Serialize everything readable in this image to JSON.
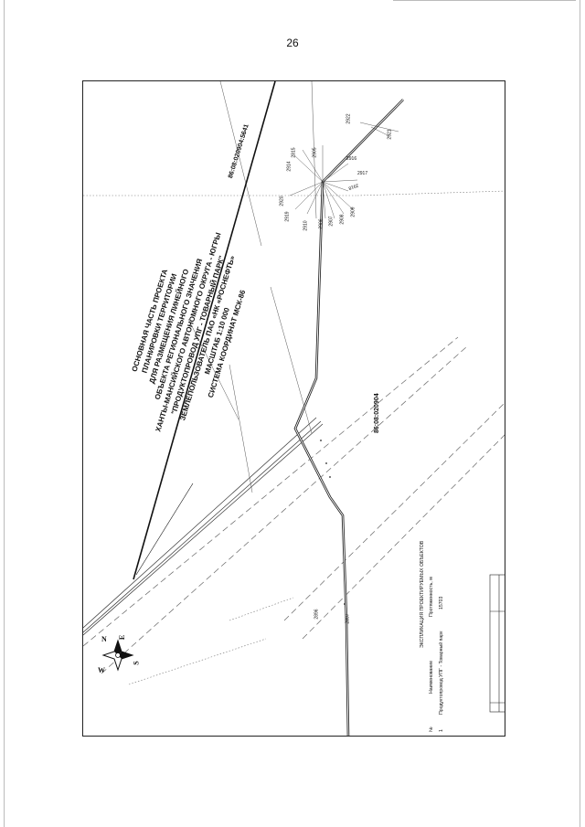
{
  "page_number": "26",
  "title_block": {
    "lines": [
      "ОСНОВНАЯ ЧАСТЬ ПРОЕКТА",
      "ПЛАНИРОВКИ ТЕРРИТОРИИ",
      "ДЛЯ РАЗМЕЩЕНИЯ ЛИНЕЙНОГО",
      "ОБЪЕКТА РЕГИОНАЛЬНОГО ЗНАЧЕНИЯ",
      "ХАНТЫ-МАНСИЙСКОГО АВТОНОМНОГО ОКРУГА - ЮГРЫ",
      "\"ПРОДУКТОПРОВОД УПГ - ТОВАРНЫЙ ПАРК\"",
      "ЗЕМЛЕПОЛЬЗОВАТЕЛЬ ПАО «НК «РОСНЕФТЬ»",
      "МАСШТАБ 1:10 000",
      "СИСТЕМА КООРДИНАТ МСК-86"
    ]
  },
  "parcels": {
    "upper": "86:08:020904:5641",
    "lower": "86:08:020904"
  },
  "points": [
    "2896",
    "2897",
    "2905",
    "2906",
    "2907",
    "2908",
    "2909",
    "2910",
    "2914",
    "2915",
    "2916",
    "2917",
    "2918",
    "2919",
    "2920",
    "2921",
    "2922"
  ],
  "explication": {
    "title": "ЭКСПЛИКАЦИЯ ПРОЕКТИРУЕМЫХ ОБЪЕКТОВ",
    "headers": [
      "№",
      "Наименование",
      "Протяженность, м"
    ],
    "rows": [
      {
        "num": "1",
        "name": "Продуктопровод УПГ - Товарный парк",
        "length": "15703"
      }
    ]
  },
  "compass": {
    "n": "N",
    "e": "E",
    "s": "S",
    "w": "W"
  },
  "colors": {
    "ink": "#111111",
    "route": "#222222",
    "dashed": "#666666"
  }
}
